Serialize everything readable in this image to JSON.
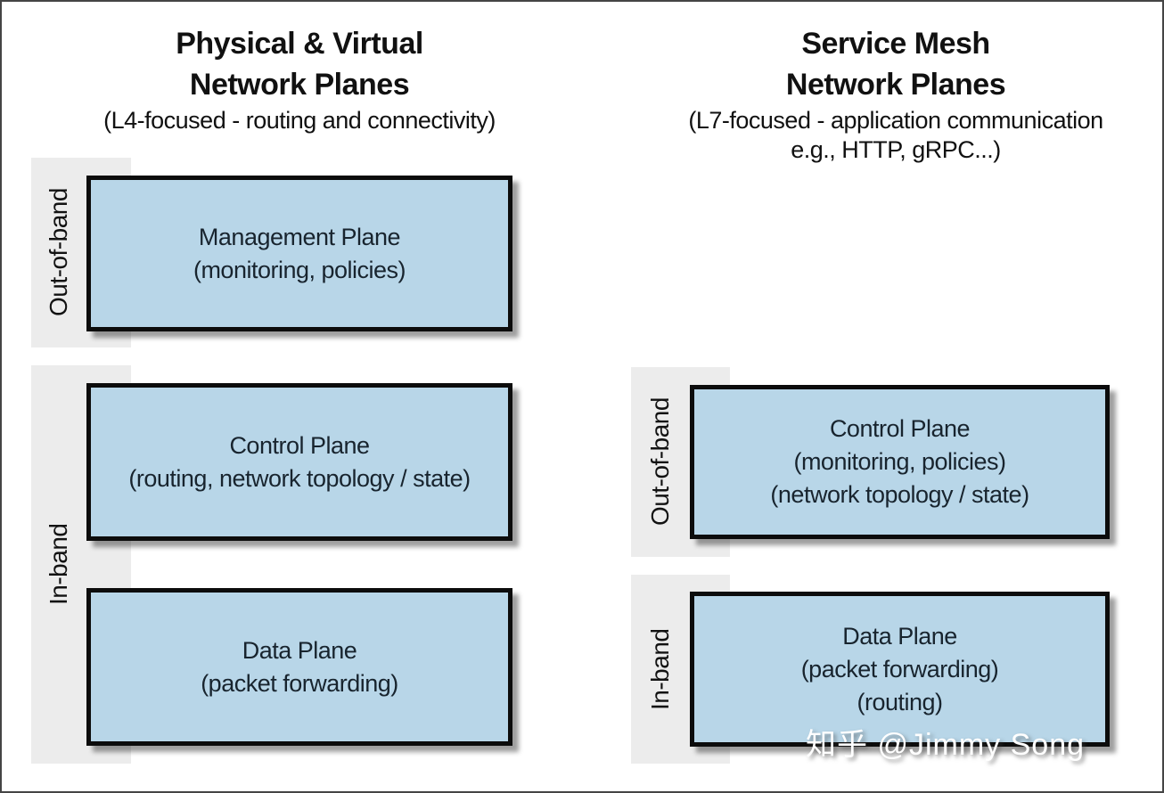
{
  "diagram": {
    "left": {
      "title_line1": "Physical & Virtual",
      "title_line2": "Network Planes",
      "subtitle_line1": "(L4-focused - routing and connectivity)",
      "bands": {
        "out_of_band": "Out-of-band",
        "in_band": "In-band"
      },
      "boxes": [
        {
          "line1": "Management Plane",
          "line2": "(monitoring, policies)"
        },
        {
          "line1": "Control Plane",
          "line2": "(routing, network topology / state)"
        },
        {
          "line1": "Data Plane",
          "line2": "(packet forwarding)"
        }
      ]
    },
    "right": {
      "title_line1": "Service Mesh",
      "title_line2": "Network Planes",
      "subtitle_line1": "(L7-focused - application communication",
      "subtitle_line2": "e.g., HTTP, gRPC...)",
      "bands": {
        "out_of_band": "Out-of-band",
        "in_band": "In-band"
      },
      "boxes": [
        {
          "line1": "Control Plane",
          "line2": "(monitoring, policies)",
          "line3": "(network topology / state)"
        },
        {
          "line1": "Data Plane",
          "line2": "(packet forwarding)",
          "line3": "(routing)"
        }
      ]
    },
    "watermark": "知乎 @Jimmy Song",
    "colors": {
      "box_fill": "#b8d6e8",
      "box_border": "#0c0c0c",
      "band_bg": "#ececec",
      "text": "#18242e",
      "watermark_text": "#ffffff"
    }
  }
}
